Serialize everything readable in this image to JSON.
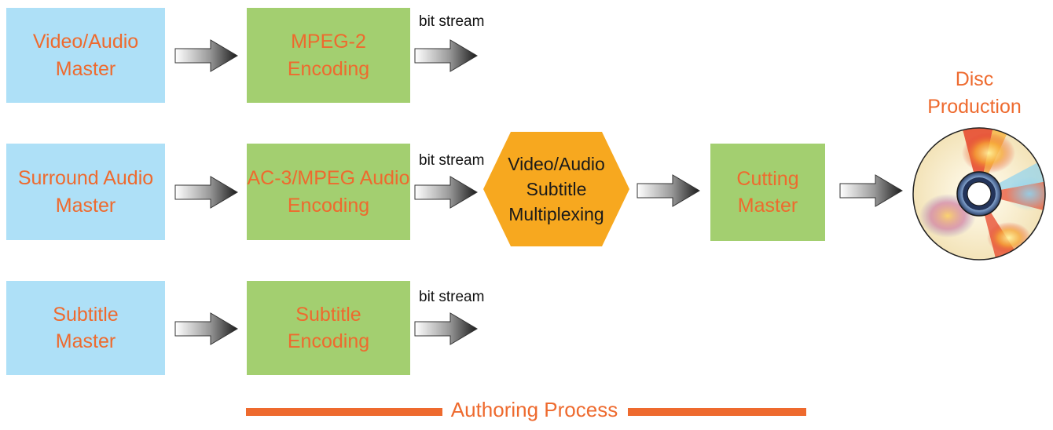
{
  "colors": {
    "master_box": "#aee0f7",
    "encoding_box": "#a3cf70",
    "multiplex_box": "#f7a81f",
    "label_text": "#ee6a2e",
    "authoring_bar": "#ee6a2e"
  },
  "masters": [
    {
      "label": "Video/Audio\nMaster"
    },
    {
      "label": "Surround Audio\nMaster"
    },
    {
      "label": "Subtitle\nMaster"
    }
  ],
  "encodings": [
    {
      "label": "MPEG-2\nEncoding"
    },
    {
      "label": "AC-3/MPEG Audio\nEncoding"
    },
    {
      "label": "Subtitle\nEncoding"
    }
  ],
  "bit_stream_labels": [
    "bit stream",
    "bit stream",
    "bit stream"
  ],
  "multiplexing": {
    "label": "Video/Audio\nSubtitle\nMultiplexing"
  },
  "cutting_master": {
    "label": "Cutting\nMaster"
  },
  "disc_production": {
    "label": "Disc\nProduction",
    "icon": "disc-icon"
  },
  "authoring_process": {
    "label": "Authoring Process"
  }
}
